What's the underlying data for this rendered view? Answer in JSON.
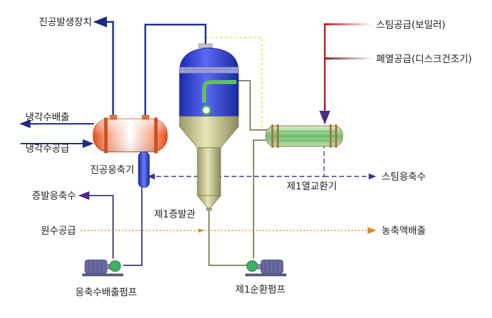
{
  "labels": {
    "vacuum_generator": "진공발생장치",
    "cooling_water_out": "냉각수배출",
    "cooling_water_in": "냉각수공급",
    "vacuum_condenser": "진공응축기",
    "evap_condensate": "증발응축수",
    "raw_water_supply": "원수공급",
    "condensate_pump": "응축수배출펌프",
    "evaporator_1": "제1증발관",
    "circulation_pump_1": "제1순환펌프",
    "steam_supply": "스팀공급(보일러)",
    "waste_heat_supply": "폐열공급(디스크건조기)",
    "heat_exchanger_1": "제1열교환기",
    "steam_condensate": "스팀응축수",
    "concentrate_out": "농축액배출"
  },
  "colors": {
    "vacuum_line": "#1a2a8a",
    "steam_line": "#cc2222",
    "waste_heat_line": "#772222",
    "condensate_dashed": "#3a3a8a",
    "raw_water_dotted": "#e08a1a",
    "process_line": "#8a8a6a",
    "vapor_dashed": "#e8e060",
    "vessel_blue": "#2a3ad0",
    "vessel_khaki": "#c8c890",
    "condenser_orange": "#e85020",
    "exchanger_green": "#70c070",
    "pump_purple": "#6a6aa0",
    "pump_green": "#40b060"
  }
}
